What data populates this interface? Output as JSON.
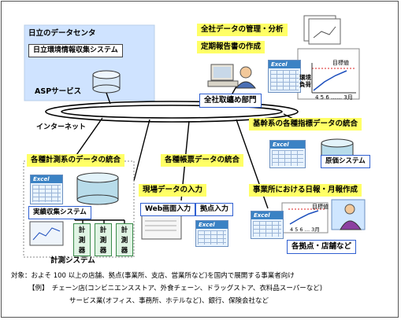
{
  "datacenter": {
    "title": "日立のデータセンタ",
    "system": "日立環境情報収集システム",
    "asp": "ASPサービス"
  },
  "internet": "インターネット",
  "hq": {
    "task1": "全社データの管理・分析",
    "task2": "定期報告書の作成",
    "dept": "全社取纏め部門",
    "excel": "Excel",
    "axis_left": "環境\n負荷",
    "legend": "目標値",
    "axis_bottom": "4 5 6 …… 3月"
  },
  "core": {
    "title": "基幹系の各種指標データの統合",
    "excel": "Excel",
    "system": "原価システム"
  },
  "measure": {
    "title": "各種計測系のデータの統合",
    "excel": "Excel",
    "system": "実績収集システム",
    "meters": [
      "計\n測\n器",
      "計\n測\n器",
      "計\n測\n器"
    ],
    "footer": "計測システム"
  },
  "forms": {
    "title": "各種帳票データの統合"
  },
  "field": {
    "title": "現場データの入力",
    "web": "Web画面入力",
    "site": "拠点入力",
    "excel": "Excel"
  },
  "office": {
    "title": "事業所における日報・月報作成",
    "excel": "Excel",
    "legend": "目標値",
    "axis_bottom": "4 5 6 … 3月",
    "sites": "各拠点・店舗など"
  },
  "notes": {
    "line1": "対象：およそ 100 以上の店舗、拠点(事業所、支店、営業所など)を国内で展開する事業者向け",
    "line2": "【例】　チェーン店(コンビニエンスストア、外食チェーン、ドラッグストア、衣料品スーパーなど)",
    "line3": "サービス業(オフィス、事務所、ホテルなど)、銀行、保険会社など"
  },
  "colors": {
    "yellow": "#ffff66",
    "blue_border": "#2f5fd1",
    "line": "#000000"
  }
}
